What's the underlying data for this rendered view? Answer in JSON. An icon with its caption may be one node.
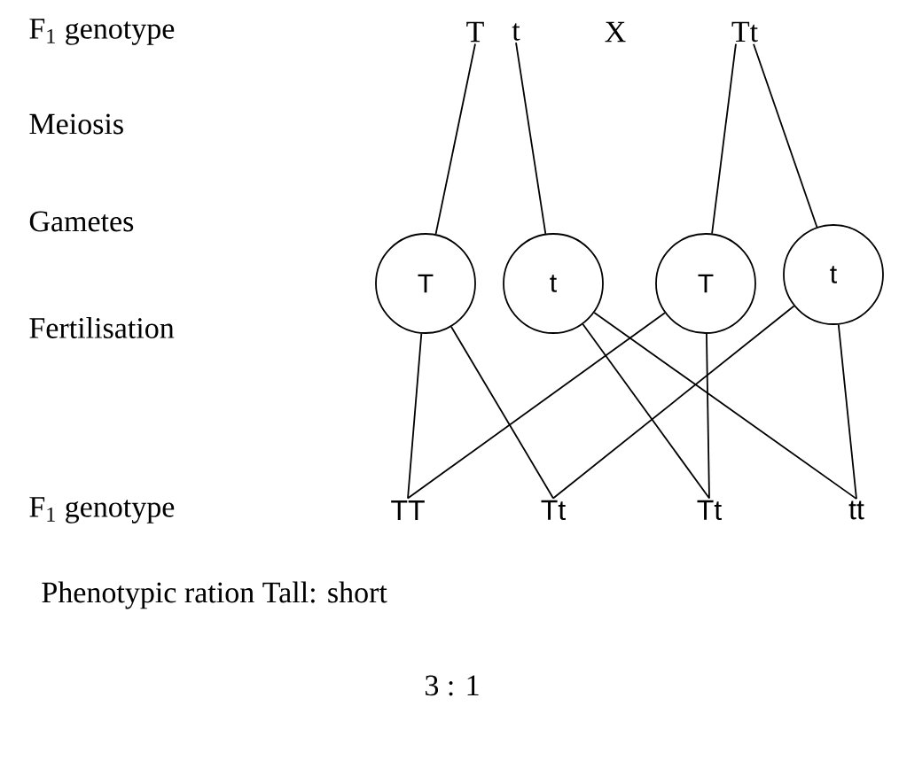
{
  "diagram": {
    "nodes": [
      {
        "text": [
          "T"
        ]
      },
      {
        "text": [
          "t"
        ]
      },
      {
        "text": [
          "Tt"
        ]
      },
      {
        "text": [
          "T"
        ]
      },
      {
        "text": [
          "t"
        ]
      },
      {
        "text": [
          "T"
        ]
      },
      {
        "text": [
          "t"
        ]
      },
      {
        "text": [
          "TT"
        ]
      },
      {
        "text": [
          "Tt"
        ]
      },
      {
        "text": [
          "Tt"
        ]
      },
      {
        "text": [
          "tt"
        ]
      }
    ],
    "edges": [
      {
        "from": 0,
        "to": 3,
        "arrow": "none"
      },
      {
        "from": 1,
        "to": 4,
        "arrow": "none"
      },
      {
        "from": 2,
        "to": 5,
        "arrow": "none"
      },
      {
        "from": 2,
        "to": 6,
        "arrow": "none"
      },
      {
        "from": 3,
        "to": 7,
        "arrow": "none"
      },
      {
        "from": 3,
        "to": 8,
        "arrow": "none"
      },
      {
        "from": 4,
        "to": 9,
        "arrow": "none"
      },
      {
        "from": 4,
        "to": 10,
        "arrow": "none"
      },
      {
        "from": 5,
        "to": 7,
        "arrow": "none"
      },
      {
        "from": 5,
        "to": 9,
        "arrow": "none"
      },
      {
        "from": 6,
        "to": 8,
        "arrow": "none"
      },
      {
        "from": 6,
        "to": 10,
        "arrow": "none"
      }
    ],
    "labels": [
      "F$_{1}$ genotype",
      "X",
      "Meiosis",
      "Gametes",
      "Fertilisation",
      "F$_{1}$ genotype",
      "Phenotypic ration Tall: short",
      "3   :  1"
    ]
  }
}
